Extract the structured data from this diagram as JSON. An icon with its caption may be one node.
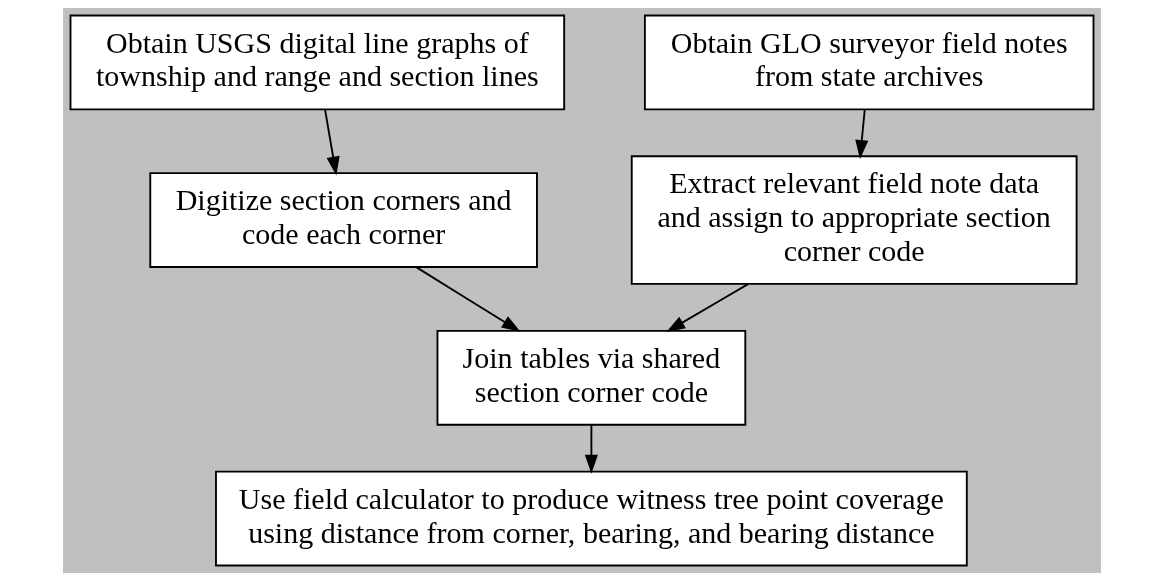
{
  "diagram": {
    "nodes": [
      {
        "text": [
          "Obtain USGS digital line graphs of township and range and section lines"
        ]
      },
      {
        "text": [
          "Obtain GLO surveyor field notes from state archives"
        ]
      },
      {
        "text": [
          "Digitize section corners and code each corner"
        ]
      },
      {
        "text": [
          "Extract relevant field note data and assign to appropriate section corner code"
        ]
      },
      {
        "text": [
          "Join tables via shared section corner code"
        ]
      },
      {
        "text": [
          "Use field calculator to produce witness tree point coverage using distance from corner, bearing, and bearing distance"
        ]
      }
    ],
    "edges": [
      {
        "from": 0,
        "to": 2,
        "arrow": "to"
      },
      {
        "from": 1,
        "to": 3,
        "arrow": "to"
      },
      {
        "from": 2,
        "to": 4,
        "arrow": "to"
      },
      {
        "from": 3,
        "to": 4,
        "arrow": "to"
      },
      {
        "from": 4,
        "to": 5,
        "arrow": "to"
      }
    ]
  }
}
